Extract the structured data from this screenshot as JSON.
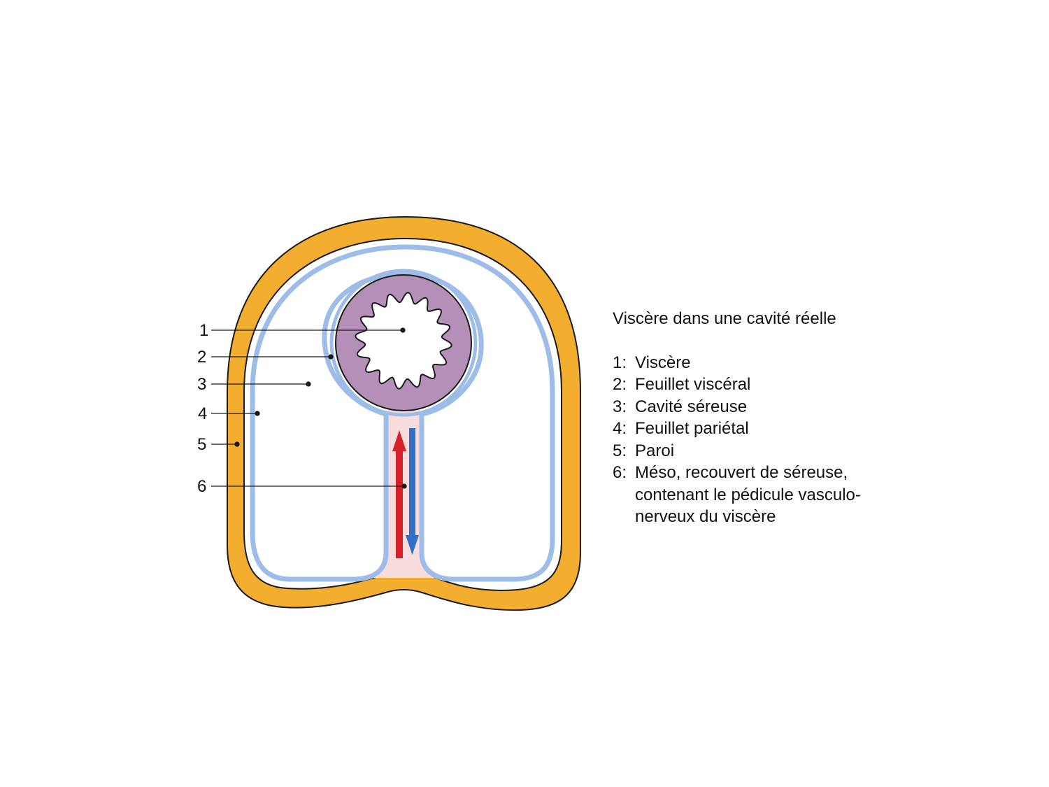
{
  "diagram": {
    "colors": {
      "wall": "#f3ad2f",
      "parietal_layer": "#9dbde8",
      "visceral_layer": "#9dbde8",
      "viscus": "#b48fb8",
      "meso_fill": "#f6dcdc",
      "artery_arrow": "#d6202a",
      "vein_arrow": "#2f6fc8",
      "outline": "#1a1a1a"
    },
    "callouts": [
      {
        "num": "1",
        "target": "viscere-lumen"
      },
      {
        "num": "2",
        "target": "feuillet-visceral"
      },
      {
        "num": "3",
        "target": "cavite-sereuse"
      },
      {
        "num": "4",
        "target": "feuillet-parietal"
      },
      {
        "num": "5",
        "target": "paroi"
      },
      {
        "num": "6",
        "target": "meso"
      }
    ]
  },
  "legend": {
    "title": "Viscère dans une cavité réelle",
    "items": [
      {
        "num": "1:",
        "lines": [
          "Viscère"
        ]
      },
      {
        "num": "2:",
        "lines": [
          "Feuillet viscéral"
        ]
      },
      {
        "num": "3:",
        "lines": [
          "Cavité séreuse"
        ]
      },
      {
        "num": "4:",
        "lines": [
          "Feuillet pariétal"
        ]
      },
      {
        "num": "5:",
        "lines": [
          "Paroi"
        ]
      },
      {
        "num": "6:",
        "lines": [
          "Méso, recouvert de séreuse,",
          "contenant le pédicule vasculo-",
          "nerveux du viscère"
        ]
      }
    ]
  }
}
